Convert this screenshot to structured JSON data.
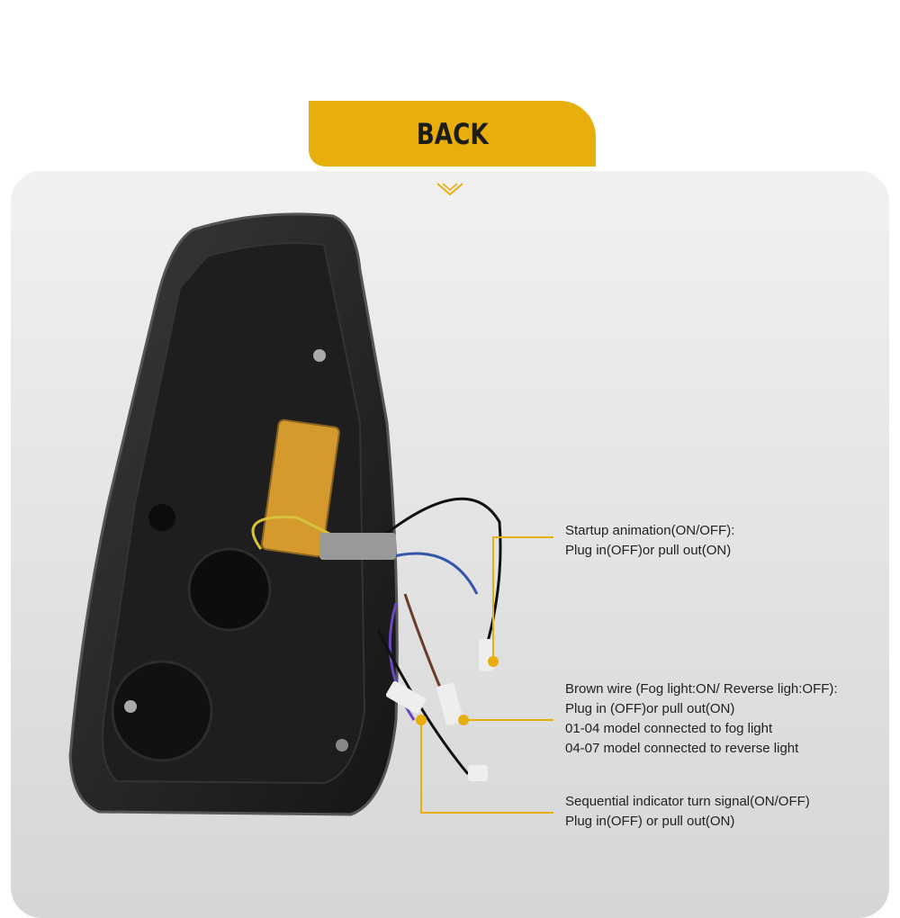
{
  "banner": {
    "label": "BACK"
  },
  "accent_color": "#e8ae0c",
  "callouts": [
    {
      "lines": [
        "Startup animation(ON/OFF):",
        "Plug in(OFF)or pull out(ON)"
      ]
    },
    {
      "lines": [
        "Brown wire (Fog light:ON/ Reverse ligh:OFF):",
        "Plug in (OFF)or pull out(ON)",
        "01-04 model connected to fog light",
        "04-07 model connected to reverse light"
      ]
    },
    {
      "lines": [
        "Sequential indicator turn signal(ON/OFF)",
        "Plug in(OFF) or pull out(ON)"
      ]
    }
  ]
}
